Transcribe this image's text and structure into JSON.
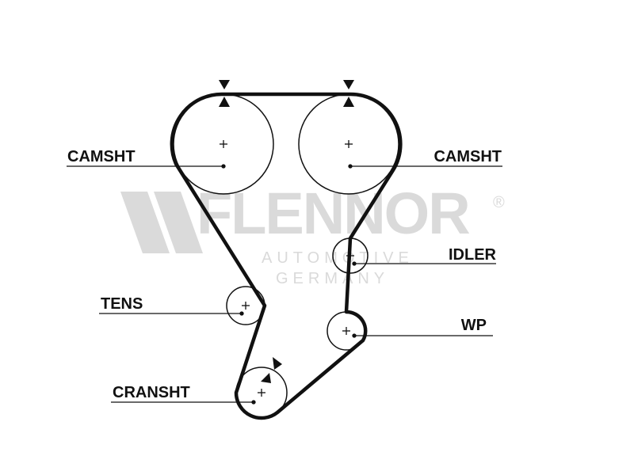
{
  "watermark": {
    "brand": "FLENNOR",
    "registered": "®",
    "line1": "AUTOMOTIVE",
    "line2": "GERMANY"
  },
  "labels": {
    "camshaft_left": "CAMSHT",
    "camshaft_right": "CAMSHT",
    "idler": "IDLER",
    "tensioner": "TENS",
    "water_pump": "WP",
    "crankshaft": "CRANSHT"
  },
  "icons": {
    "timing_marks": "triangle-marker-icon",
    "pulley_centers": "plus-center-icon"
  },
  "colors": {
    "ink": "#111111",
    "watermark": "#dadada",
    "background": "#ffffff"
  }
}
